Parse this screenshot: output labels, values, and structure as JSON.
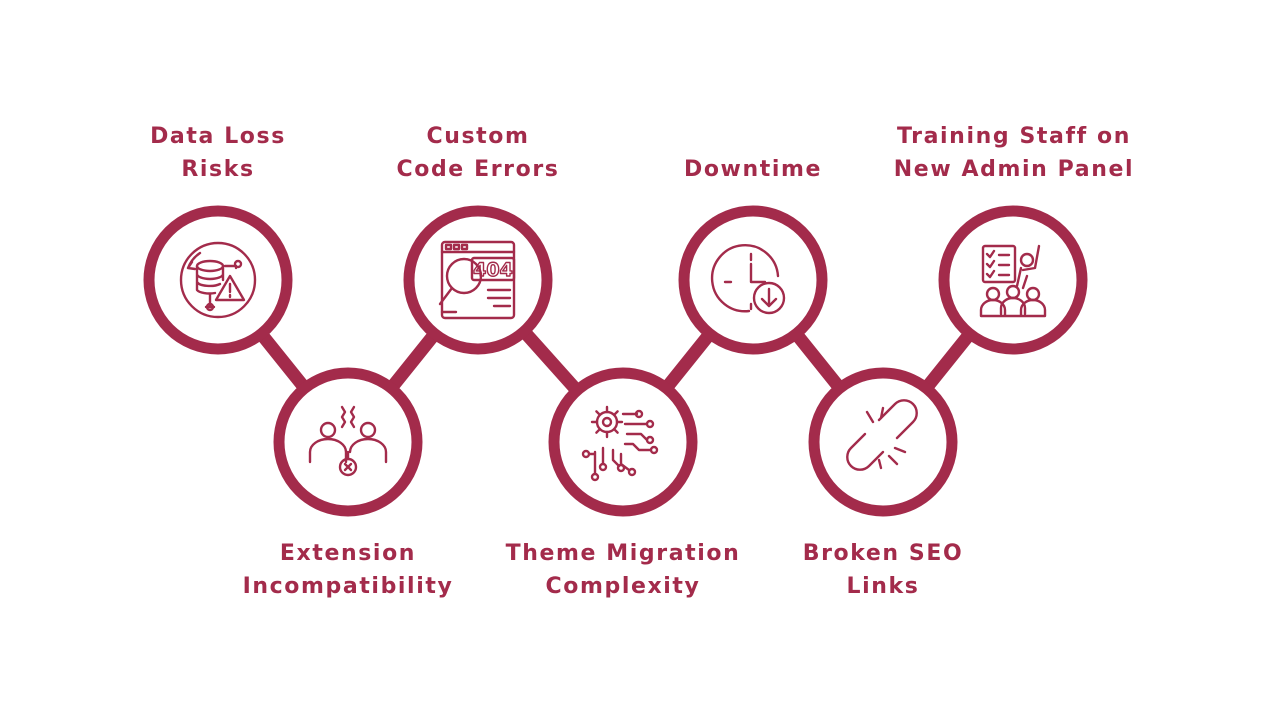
{
  "colors": {
    "accent": "#a32b4b",
    "background": "#ffffff"
  },
  "steps": [
    {
      "lines": [
        "Data Loss",
        "Risks"
      ],
      "icon": "database-warning-icon"
    },
    {
      "lines": [
        "Extension",
        "Incompatibility"
      ],
      "icon": "conflict-people-icon"
    },
    {
      "lines": [
        "Custom",
        "Code Errors"
      ],
      "icon": "error-404-icon"
    },
    {
      "lines": [
        "Theme Migration",
        "Complexity"
      ],
      "icon": "gear-circuit-icon"
    },
    {
      "lines": [
        "Downtime"
      ],
      "icon": "clock-download-icon"
    },
    {
      "lines": [
        "Broken SEO",
        "Links"
      ],
      "icon": "broken-link-icon"
    },
    {
      "lines": [
        "Training Staff on",
        "New Admin Panel"
      ],
      "icon": "presentation-training-icon"
    }
  ]
}
